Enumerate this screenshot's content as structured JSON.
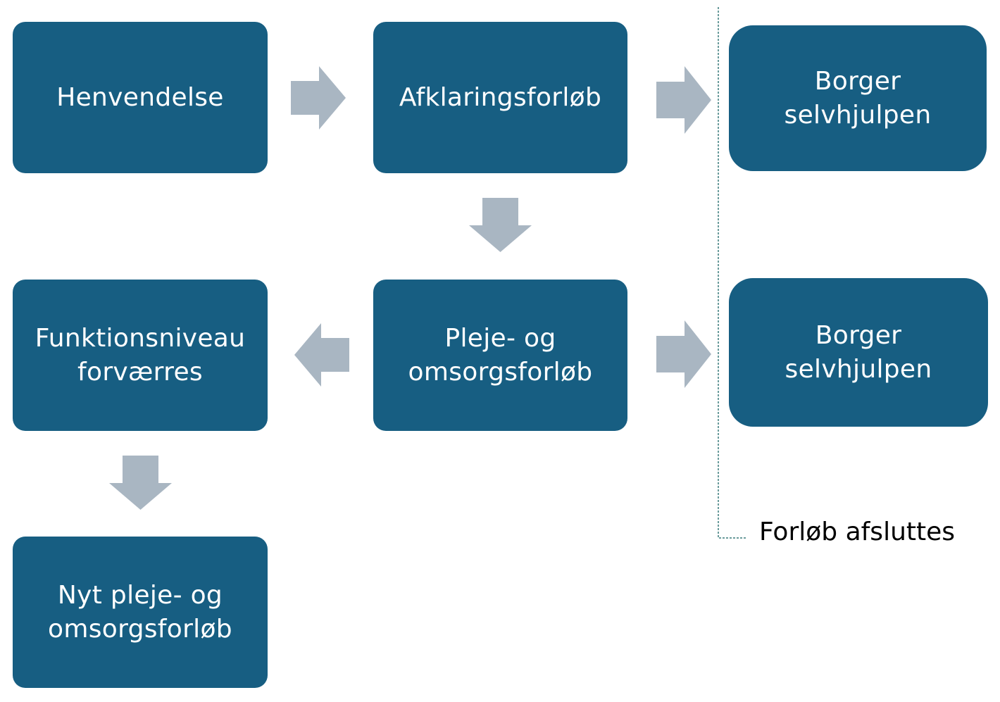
{
  "diagram": {
    "colors": {
      "box_fill": "#175e82",
      "box_text": "#ffffff",
      "arrow_fill": "#a9b6c2",
      "divider": "#3a7b7b"
    },
    "boxes": {
      "henvendelse": "Henvendelse",
      "afklaringsforloeb": "Afklaringsforløb",
      "borger_selvhjulpen_top": "Borger\nselvhjulpen",
      "funktionsniveau": "Funktionsniveau\nforværres",
      "pleje_omsorg": "Pleje- og\nomsorgsforløb",
      "borger_selvhjulpen_bottom": "Borger\nselvhjulpen",
      "nyt_pleje": "Nyt pleje- og\nomsorgsforløb"
    },
    "legend": {
      "label": "Forløb afsluttes"
    }
  }
}
